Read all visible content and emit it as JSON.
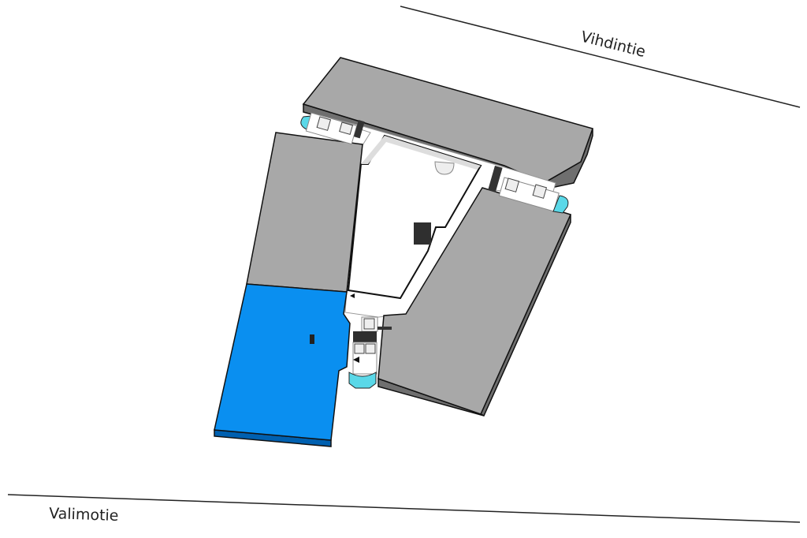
{
  "map": {
    "streets": [
      {
        "name": "Vihdintie"
      },
      {
        "name": "Valimotie"
      }
    ],
    "colors": {
      "selected_area": "#0a8ff0",
      "building": "#a8a8a8",
      "building_side": "#7d7d7d",
      "corridor": "#ffffff",
      "stairs": "#5ad8e8",
      "elevator": "#333333"
    },
    "selected_area": "left-wing-south"
  }
}
